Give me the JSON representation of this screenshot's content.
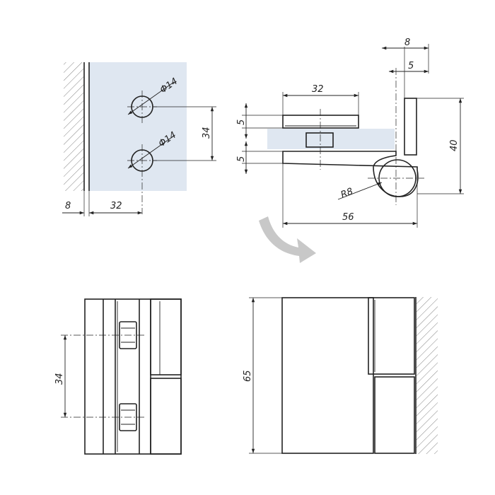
{
  "colors": {
    "glass": "#dfe7f1",
    "line": "#222222",
    "arrow": "#c8c8c8",
    "wall_hatch": "#666666"
  },
  "views": {
    "front_left": {
      "hole_top_diameter": "Φ14",
      "hole_bottom_diameter": "Φ14",
      "hole_spacing": "34",
      "wall_offset": "8",
      "hole_edge_distance": "32"
    },
    "side_right": {
      "top_width": "8",
      "top_offset": "5",
      "plate_width": "32",
      "upper_plate_thickness": "5",
      "lower_plate_thickness": "5",
      "height": "40",
      "radius": "R8",
      "overall_width": "56"
    },
    "bottom_left": {
      "hole_spacing": "34"
    },
    "bottom_right": {
      "overall_height": "65"
    }
  }
}
